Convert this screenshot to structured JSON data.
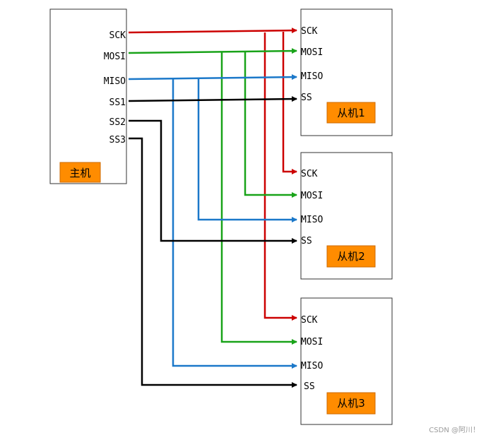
{
  "colors": {
    "sck": "#cc0000",
    "mosi": "#19a319",
    "miso": "#1b78c9",
    "ss": "#000000",
    "tag_fill": "#ff8c00"
  },
  "master": {
    "name": "主机",
    "pins": {
      "sck": "SCK",
      "mosi": "MOSI",
      "miso": "MISO",
      "ss1": "SS1",
      "ss2": "SS2",
      "ss3": "SS3"
    }
  },
  "slaves": [
    {
      "name": "从机1",
      "pins": {
        "sck": "SCK",
        "mosi": "MOSI",
        "miso": "MISO",
        "ss": "SS"
      }
    },
    {
      "name": "从机2",
      "pins": {
        "sck": "SCK",
        "mosi": "MOSI",
        "miso": "MISO",
        "ss": "SS"
      }
    },
    {
      "name": "从机3",
      "pins": {
        "sck": "SCK",
        "mosi": "MOSI",
        "miso": "MISO",
        "ss": "SS"
      }
    }
  ],
  "watermark": "CSDN @阿川！"
}
